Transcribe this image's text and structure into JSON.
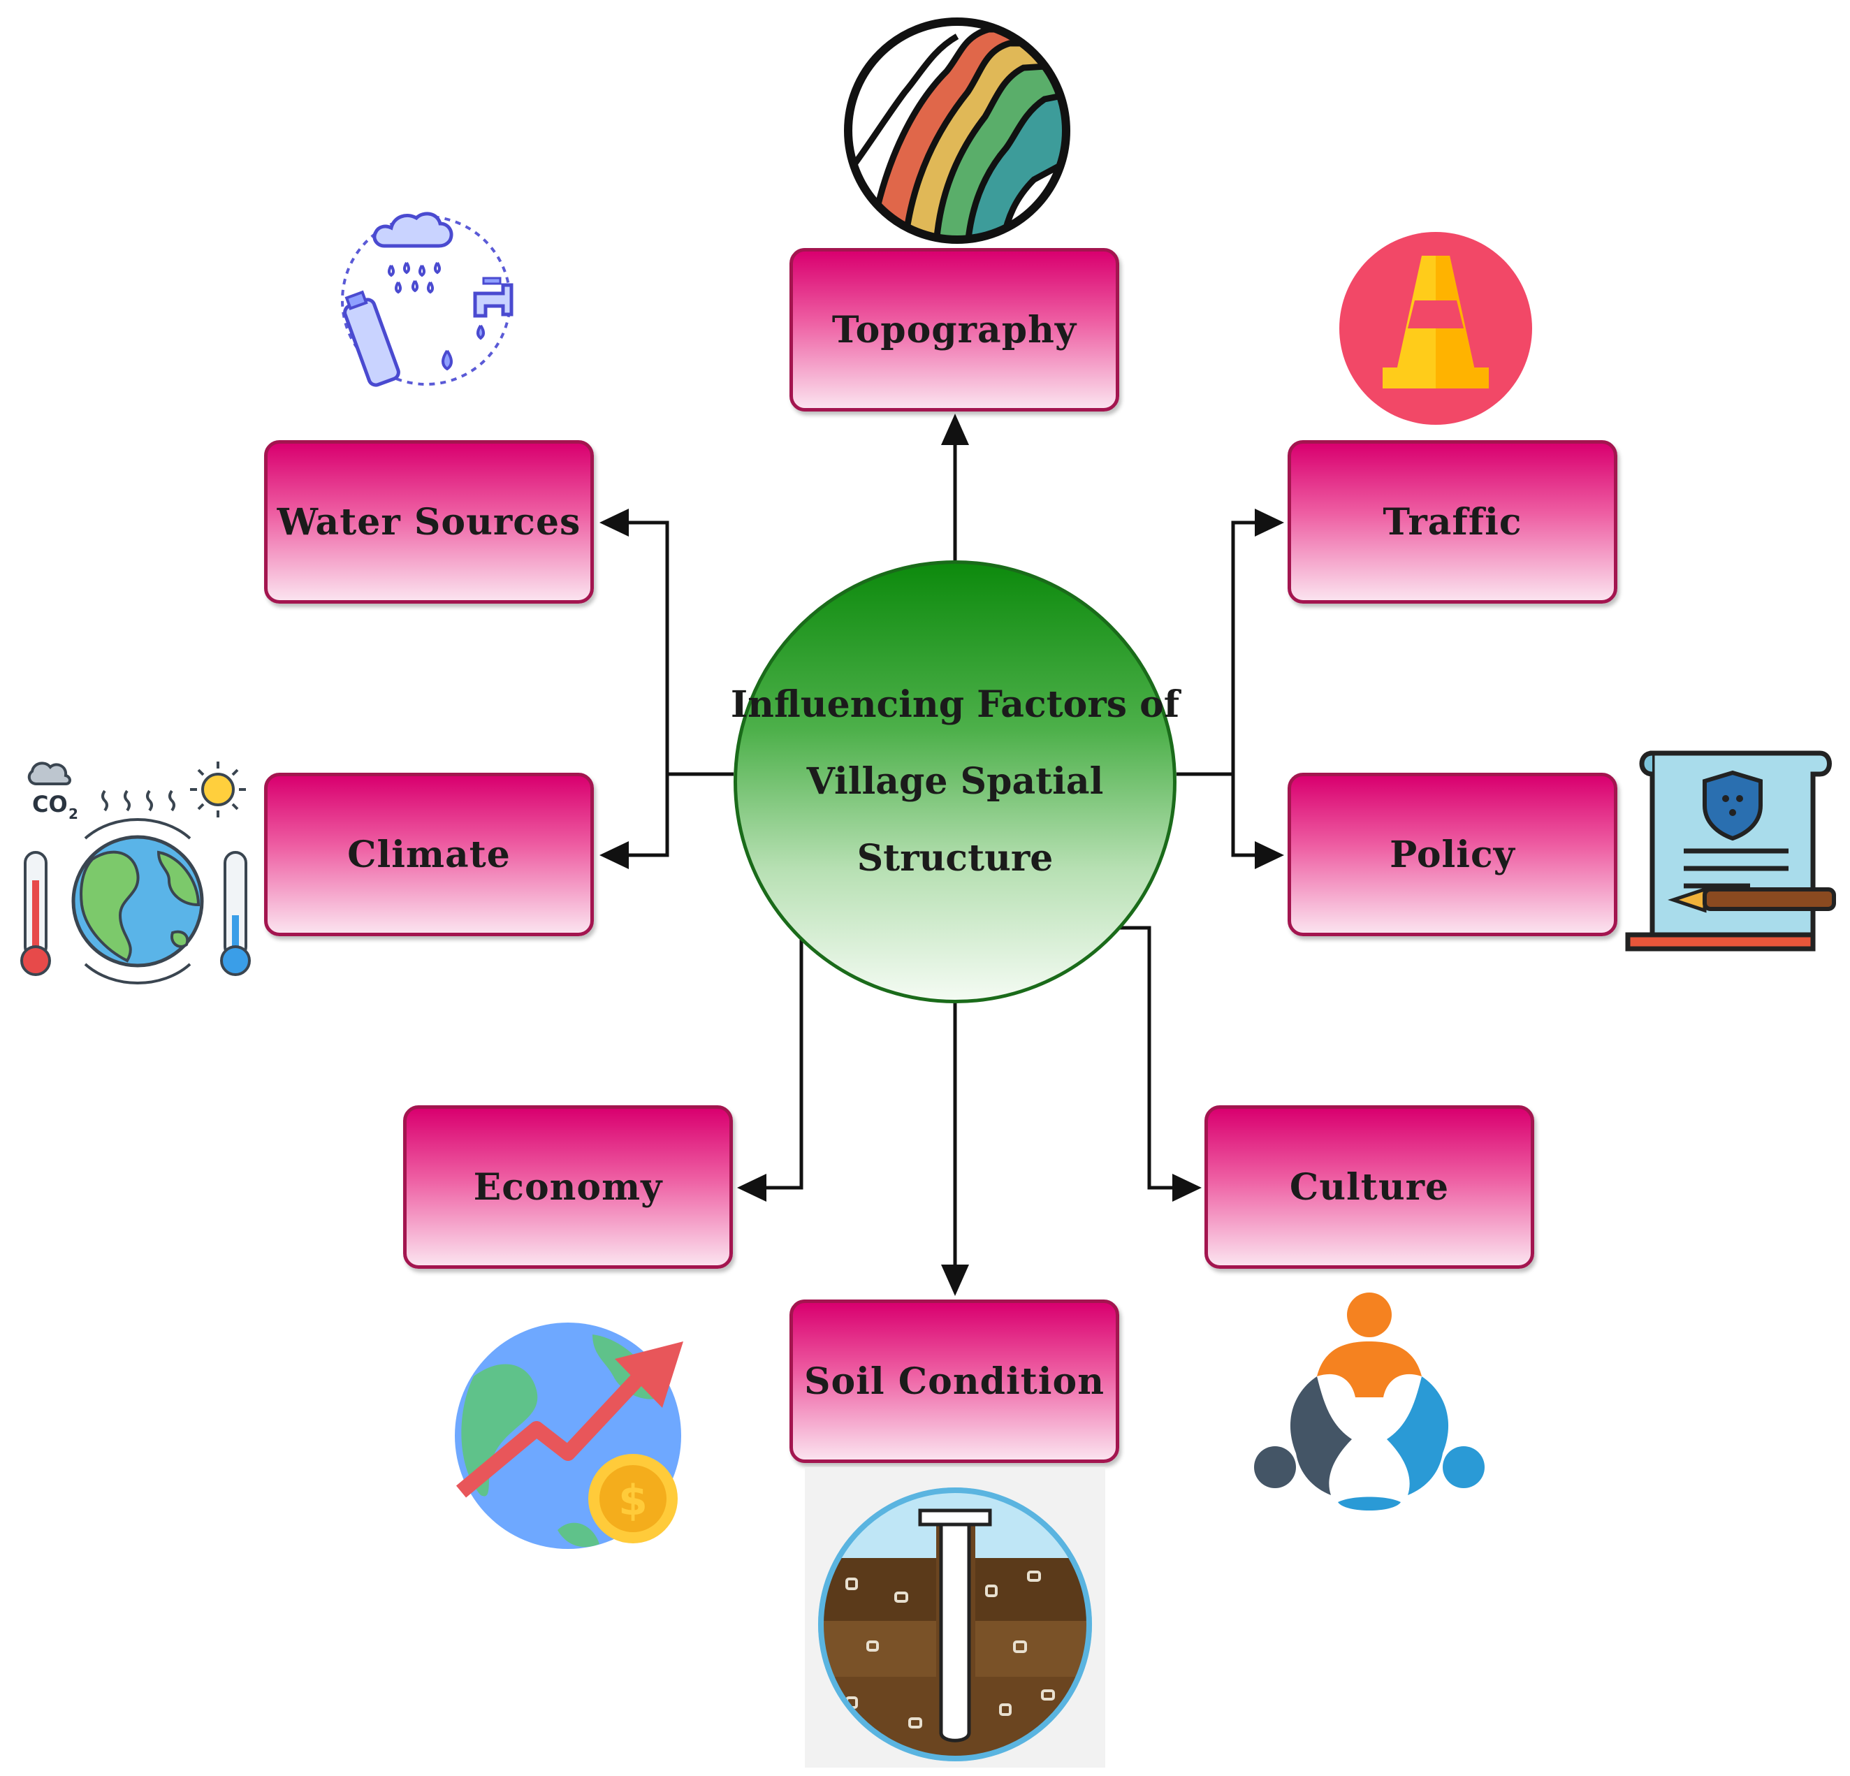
{
  "center": {
    "line1": "Influencing Factors of",
    "line2": "Village Spatial",
    "line3": "Structure"
  },
  "factors": {
    "topography": "Topography",
    "water_sources": "Water Sources",
    "traffic": "Traffic",
    "climate": "Climate",
    "policy": "Policy",
    "economy": "Economy",
    "culture": "Culture",
    "soil_condition": "Soil Condition"
  },
  "icons": {
    "topography": "contour-map-icon",
    "water_sources": "water-cycle-icon",
    "traffic": "traffic-cone-icon",
    "climate": "climate-earth-icon",
    "policy": "policy-document-icon",
    "economy": "economy-globe-icon",
    "culture": "community-people-icon",
    "soil": "soil-profile-icon"
  },
  "icon_labels": {
    "co2": "CO",
    "co2_sub": "2"
  },
  "colors": {
    "box_border": "#a3154f",
    "box_top": "#d9006f",
    "center_border": "#1a6b1a",
    "arrow": "#111111"
  }
}
